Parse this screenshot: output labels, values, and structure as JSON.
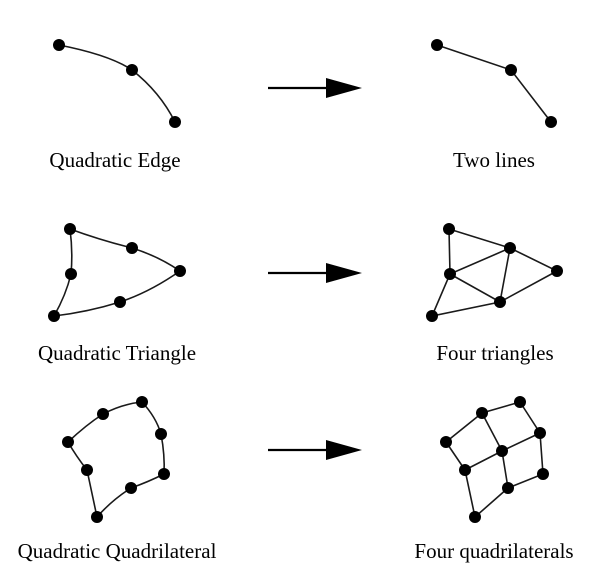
{
  "rows": [
    {
      "left_label": "Quadratic Edge",
      "right_label": "Two lines"
    },
    {
      "left_label": "Quadratic Triangle",
      "right_label": "Four triangles"
    },
    {
      "left_label": "Quadratic Quadrilateral",
      "right_label": "Four quadrilaterals"
    }
  ],
  "colors": {
    "node": "#000000",
    "edge": "#1a1a1a",
    "background": "#ffffff"
  }
}
